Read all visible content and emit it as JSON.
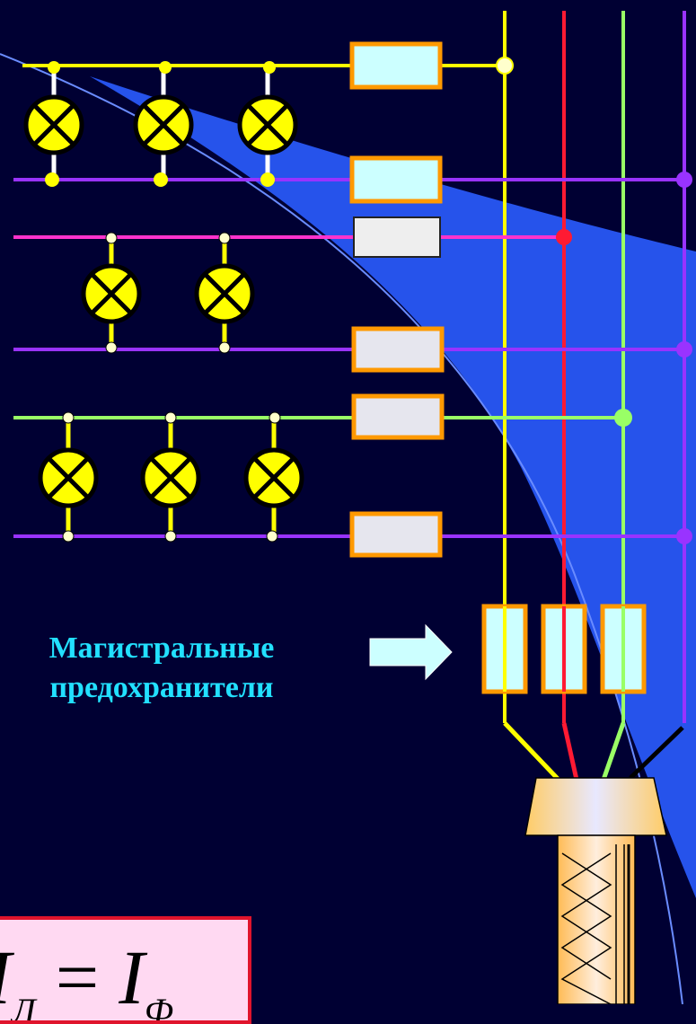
{
  "caption": {
    "line1": "Магистральные",
    "line2": "предохранители"
  },
  "formula": {
    "lhs_symbol": "I",
    "lhs_subscript": "Л",
    "operator": "=",
    "rhs_symbol": "I",
    "rhs_subscript": "Ф"
  },
  "colors": {
    "background": "#000033",
    "beam": "#2a5cff",
    "phase_yellow": "#ffff00",
    "phase_red": "#ff1a33",
    "phase_green": "#99ff66",
    "neutral_purple": "#9933ff",
    "branch_magenta": "#ff33cc",
    "lamp_fill": "#ffff00",
    "fuse_frame": "#ff9900",
    "fuse_fill": "#ccffff",
    "caption_text": "#22e0ff",
    "formula_bg": "#ffd9f2",
    "formula_border": "#e0142c"
  }
}
